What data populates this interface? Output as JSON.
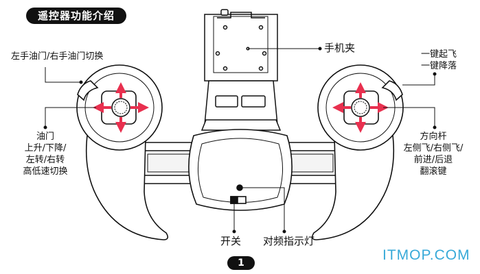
{
  "title": "遥控器功能介绍",
  "labels": {
    "throttle_switch": "左手油门/右手油门切换",
    "phone_clamp": "手机夹",
    "one_key_takeoff": "一键起飞",
    "one_key_landing": "一键降落",
    "throttle_lines": [
      "油门",
      "上升/下降/",
      "左转/右转",
      "高低速切换"
    ],
    "direction_lines": [
      "方向杆",
      "左侧飞/右侧飞/",
      "前进/后退",
      "翻滚键"
    ],
    "power_switch": "开关",
    "pair_indicator": "对频指示灯"
  },
  "page_number": "1",
  "watermark": "ITMOP.COM",
  "colors": {
    "arrow": "#e8304f",
    "outline": "#111111",
    "watermark": "#37a9d8"
  }
}
